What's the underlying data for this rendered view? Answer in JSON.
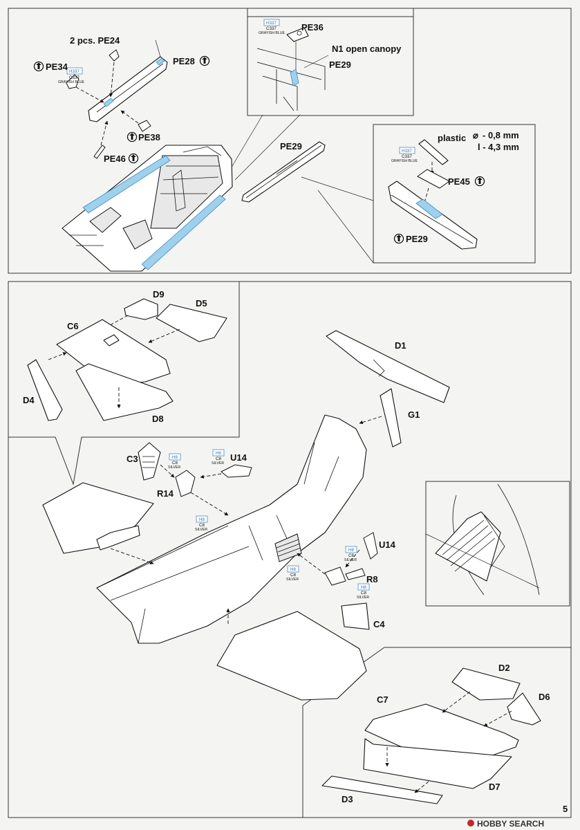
{
  "labels": {
    "pe24": "2 pcs.  PE24",
    "pe34": "PE34",
    "pe28": "PE28",
    "pe38": "PE38",
    "pe46": "PE46",
    "pe36": "PE36",
    "n1": "N1 open canopy",
    "pe29_top": "PE29",
    "pe29_mid": "PE29",
    "plastic": "plastic",
    "dim1": "- 0,8 mm",
    "dim2": "l - 4,3 mm",
    "pe45": "PE45",
    "pe29_inset": "PE29",
    "d9": "D9",
    "d5": "D5",
    "c6": "C6",
    "d4": "D4",
    "d8": "D8",
    "d1": "D1",
    "g1": "G1",
    "c3": "C3",
    "u14_a": "U14",
    "r14": "R14",
    "u14_b": "U14",
    "r8": "R8",
    "c4": "C4",
    "d2": "D2",
    "d6": "D6",
    "c7": "C7",
    "d7": "D7",
    "d3": "D3",
    "page_number": "5"
  },
  "paint_gray": {
    "h": "H337",
    "c": "C337",
    "name": "GRAYISH BLUE"
  },
  "paint_silver": {
    "h": "H8",
    "c": "C8",
    "name": "SILVER"
  },
  "watermark": "HOBBY SEARCH",
  "colors": {
    "highlight": "#9fd0ec",
    "paint_box": "#4a8fc6"
  },
  "icons": {
    "rotate": "circle-arrow-icon",
    "diameter": "diameter-symbol"
  }
}
